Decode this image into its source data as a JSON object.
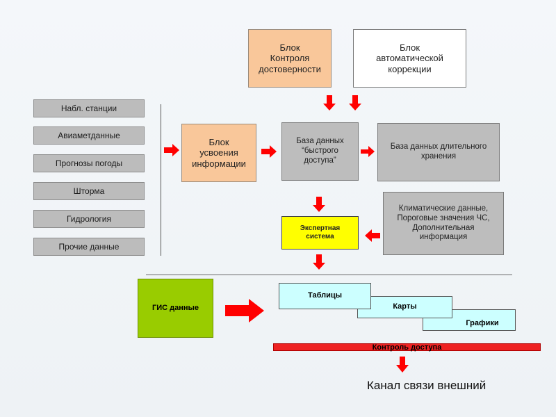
{
  "sources": [
    "Набл. станции",
    "Авиаметданные",
    "Прогнозы погоды",
    "Шторма",
    "Гидрология",
    "Прочие данные"
  ],
  "blocks": {
    "control": "Блок\nКонтроля\nдостоверности",
    "correction": "Блок\nавтоматической\nкоррекции",
    "assimilation": "Блок\nусвоения\nинформации",
    "fast_db": "База данных\n“быстрого\nдоступа”",
    "long_db": "База данных длительного\nхранения",
    "climate": "Климатические данные,\nПороговые значения ЧС,\nДополнительная\nинформация",
    "expert": "Экспертная\nсистема",
    "gis": "ГИС данные"
  },
  "outputs": {
    "tables": "Таблицы",
    "maps": "Карты",
    "graphs": "Графики"
  },
  "access_control": "Контроль доступа",
  "channel": "Канал связи внешний",
  "colors": {
    "arrow": "#ff0000",
    "orange": "#f9c79a",
    "gray": "#bdbdbd",
    "yellow": "#ffff00",
    "green": "#99cc00",
    "cyan": "#ccffff"
  }
}
